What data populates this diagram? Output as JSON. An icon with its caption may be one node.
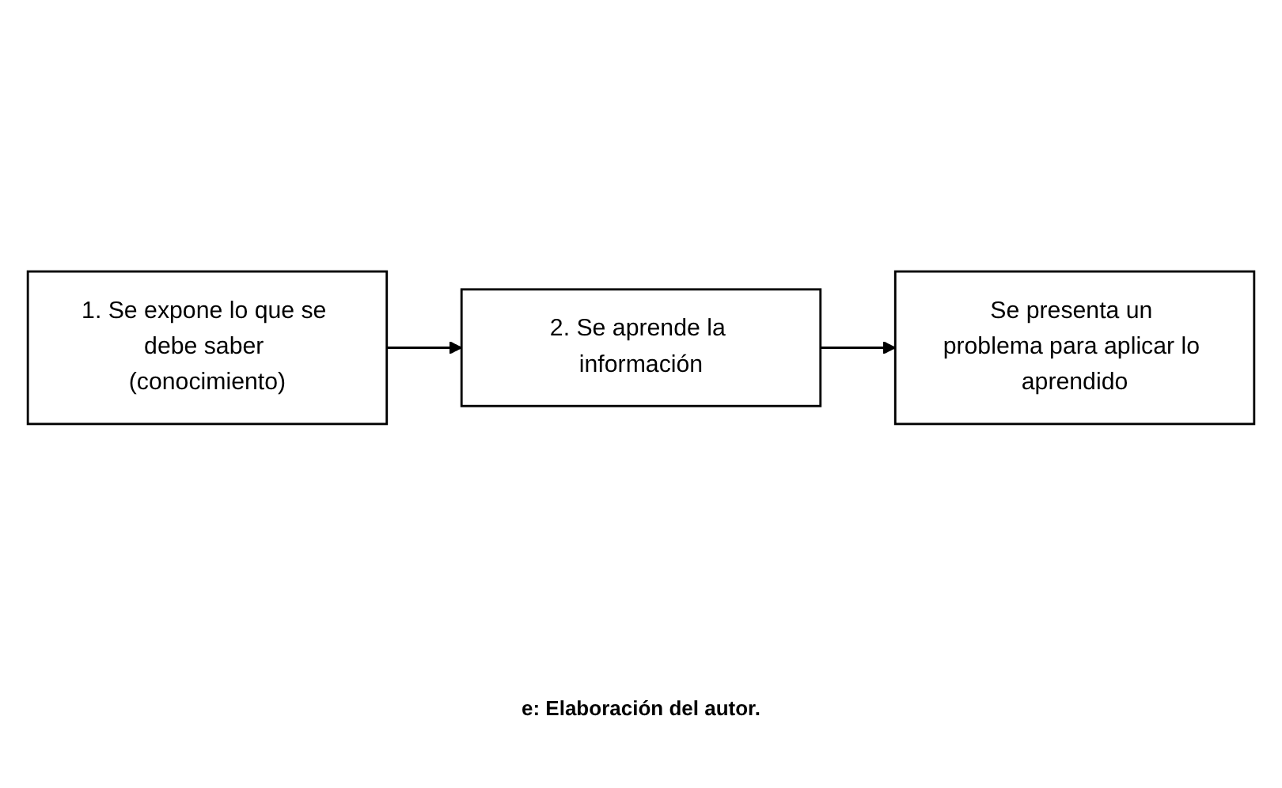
{
  "diagram": {
    "caption": "e: Elaboración del autor.",
    "nodes": [
      {
        "text": [
          "1. Se expone lo que se debe saber (conocimiento)"
        ]
      },
      {
        "text": [
          "2. Se aprende la información"
        ]
      },
      {
        "text": [
          "Se presenta un problema para aplicar lo aprendido"
        ]
      }
    ],
    "edges": [
      {
        "from": 0,
        "to": 1,
        "arrow": "to"
      },
      {
        "from": 1,
        "to": 2,
        "arrow": "to"
      }
    ]
  }
}
